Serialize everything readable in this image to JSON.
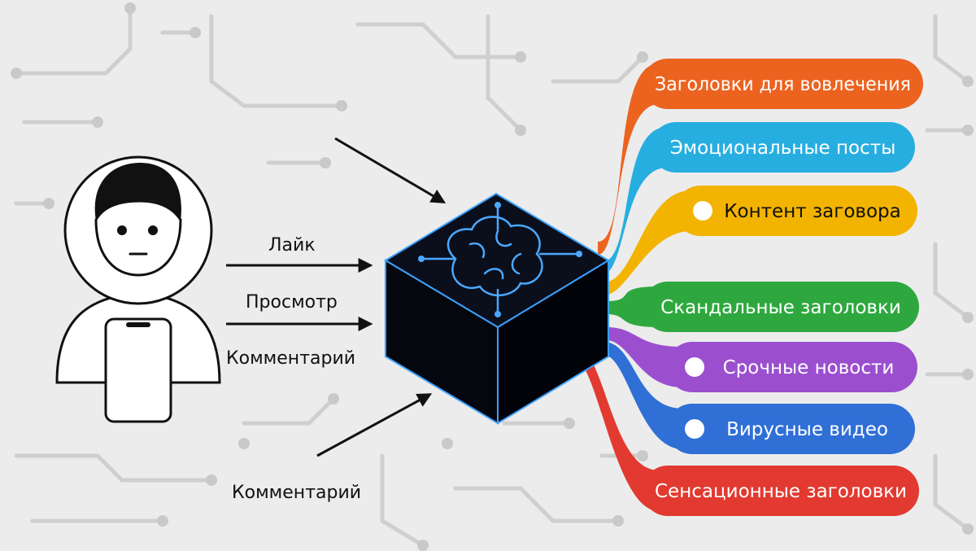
{
  "input_labels": {
    "like": "Лайк",
    "view": "Просмотр",
    "comment_1": "Комментарий",
    "comment_2": "Комментарий"
  },
  "outputs": [
    {
      "label": "Заголовки для вовлечения",
      "color": "#ec6320",
      "text_color": "#ffffff",
      "dot": false
    },
    {
      "label": "Эмоциональные посты",
      "color": "#27aee0",
      "text_color": "#ffffff",
      "dot": false
    },
    {
      "label": "Контент заговора",
      "color": "#f2b400",
      "text_color": "#111111",
      "dot": true
    },
    {
      "label": "Скандальные заголовки",
      "color": "#2ea83e",
      "text_color": "#ffffff",
      "dot": false
    },
    {
      "label": "Срочные новости",
      "color": "#9b4fcf",
      "text_color": "#ffffff",
      "dot": true
    },
    {
      "label": "Вирусные видео",
      "color": "#2f6fd6",
      "text_color": "#ffffff",
      "dot": true
    },
    {
      "label": "Сенсационные заголовки",
      "color": "#e23a30",
      "text_color": "#ffffff",
      "dot": false
    }
  ],
  "colors": {
    "background": "#ececec",
    "circuit": "#cfcfcf",
    "cube_top": "#0b0f1c",
    "cube_left": "#05070f",
    "cube_right": "#020309",
    "cube_edge": "#3aa0ff",
    "brain": "#4aa8ff"
  },
  "icons": [
    "user-icon",
    "smartphone-icon",
    "brain-circuit-icon"
  ]
}
